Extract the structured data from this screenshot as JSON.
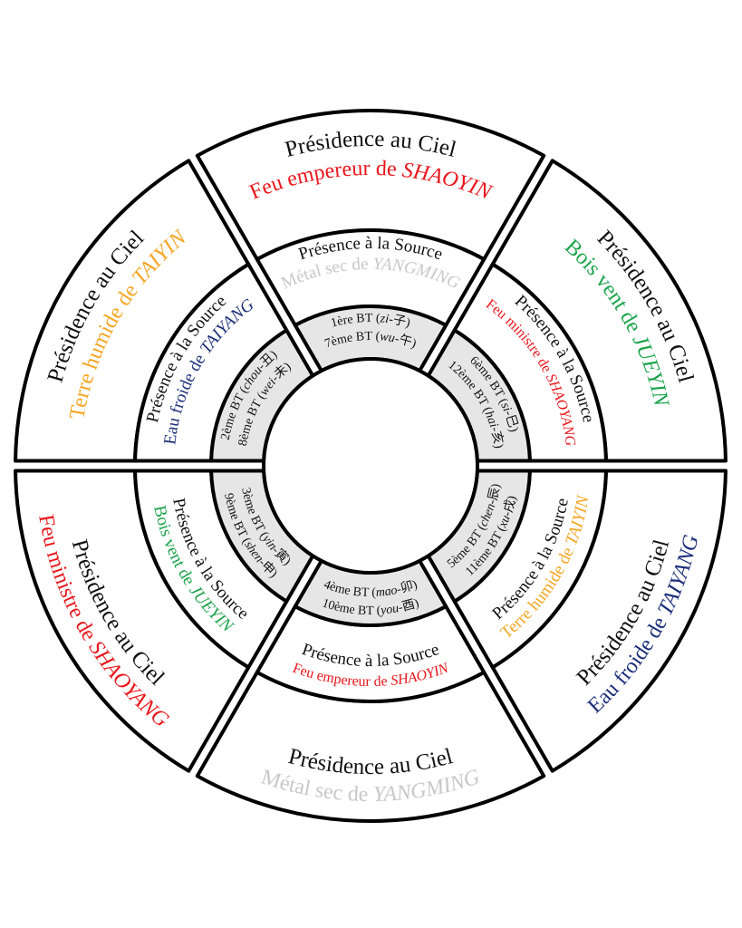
{
  "colors": {
    "black": "#111111",
    "red": "#e8161b",
    "orange": "#f5a623",
    "green": "#1aa34a",
    "navy": "#1b2f7a",
    "grey": "#c8c8c8",
    "inner_fill": "#e6e6e6"
  },
  "sectors": [
    {
      "outer_title": "Présidence au Ciel",
      "outer_qi": "Feu empereur de ",
      "outer_channel": "SHAOYIN",
      "outer_color": "red",
      "middle_title": "Présence à la Source",
      "middle_qi": "Métal sec de ",
      "middle_channel": "YANGMING",
      "middle_color": "grey",
      "branch_1": "1ère BT (",
      "branch_1_pinyin": "zi",
      "branch_1_char": "子",
      "branch_2": "7ème BT (",
      "branch_2_pinyin": "wu",
      "branch_2_char": "午"
    },
    {
      "outer_title": "Présidence au Ciel",
      "outer_qi": "Bois vent de ",
      "outer_channel": "JUEYIN",
      "outer_color": "green",
      "middle_title": "Présence à la Source",
      "middle_qi": "Feu ministre de ",
      "middle_channel": "SHAOYANG",
      "middle_color": "red",
      "branch_1": "6ème BT (",
      "branch_1_pinyin": "si",
      "branch_1_char": "巳",
      "branch_2": "12ème BT (",
      "branch_2_pinyin": "hai",
      "branch_2_char": "亥"
    },
    {
      "outer_title": "Présidence au Ciel",
      "outer_qi": "Eau froide de ",
      "outer_channel": "TAIYANG",
      "outer_color": "navy",
      "middle_title": "Présence à la Source",
      "middle_qi": "Terre humide de ",
      "middle_channel": "TAIYIN",
      "middle_color": "orange",
      "branch_1": "5ème BT (",
      "branch_1_pinyin": "chen",
      "branch_1_char": "辰",
      "branch_2": "11ème BT (",
      "branch_2_pinyin": "xu",
      "branch_2_char": "戌"
    },
    {
      "outer_title": "Présidence au Ciel",
      "outer_qi": "Métal sec de ",
      "outer_channel": "YANGMING",
      "outer_color": "grey",
      "middle_title": "Présence à la Source",
      "middle_qi": "Feu empereur de ",
      "middle_channel": "SHAOYIN",
      "middle_color": "red",
      "branch_1": "4ème BT (",
      "branch_1_pinyin": "mao",
      "branch_1_char": "卯",
      "branch_2": "10ème BT (",
      "branch_2_pinyin": "you",
      "branch_2_char": "酉"
    },
    {
      "outer_title": "Présidence au Ciel",
      "outer_qi": "Feu ministre de ",
      "outer_channel": "SHAOYANG",
      "outer_color": "red",
      "middle_title": "Présence à la Source",
      "middle_qi": "Bois vent de ",
      "middle_channel": "JUEYIN",
      "middle_color": "green",
      "branch_1": "3ème BT (",
      "branch_1_pinyin": "yin",
      "branch_1_char": "寅",
      "branch_2": "9ème BT (",
      "branch_2_pinyin": "shen",
      "branch_2_char": "申"
    },
    {
      "outer_title": "Présidence au Ciel",
      "outer_qi": "Terre humide de ",
      "outer_channel": "TAIYIN",
      "outer_color": "orange",
      "middle_title": "Présence à la Source",
      "middle_qi": "Eau froide de ",
      "middle_channel": "TAIYANG",
      "middle_color": "navy",
      "branch_1": "2ème BT (",
      "branch_1_pinyin": "chou",
      "branch_1_char": "丑",
      "branch_2": "8ème BT (",
      "branch_2_pinyin": "wei",
      "branch_2_char": "未"
    }
  ]
}
